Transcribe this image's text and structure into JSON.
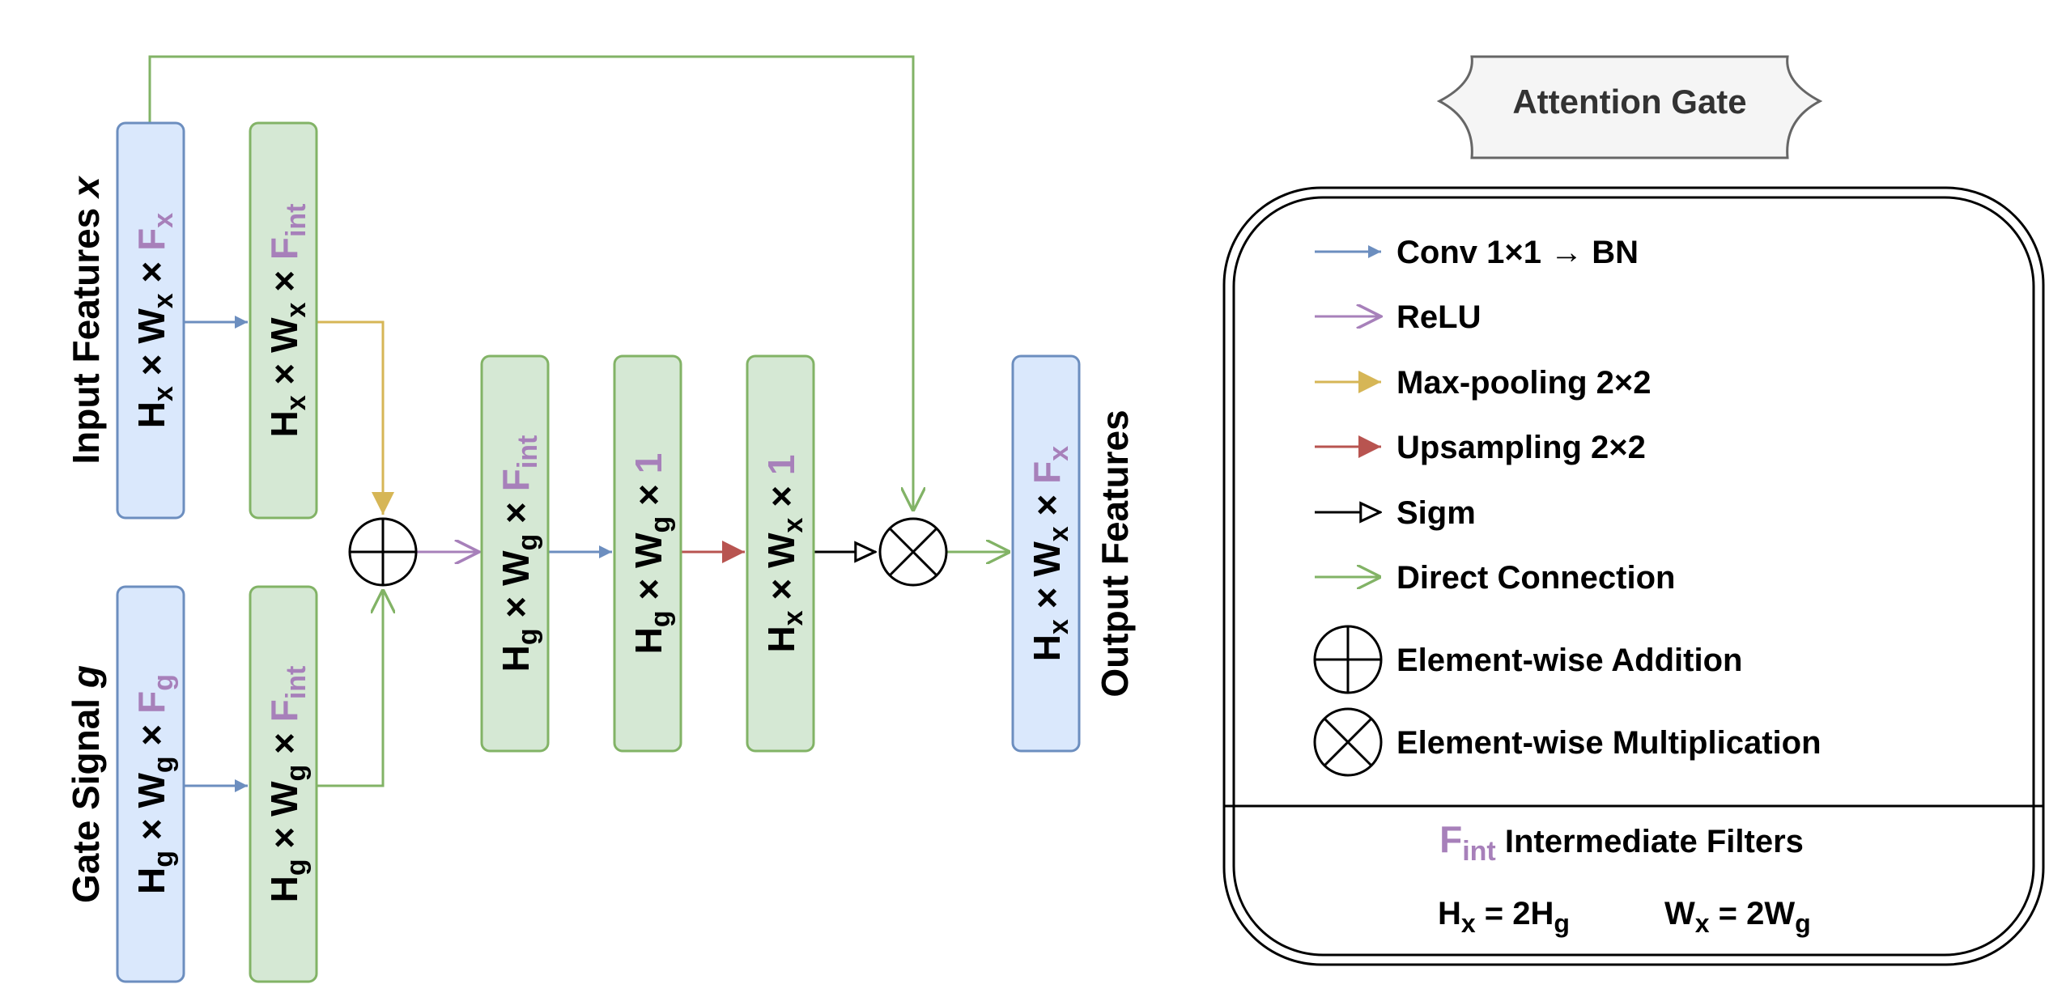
{
  "colors": {
    "blue_fill": "#dae8fc",
    "blue_stroke": "#6c8ebf",
    "green_fill": "#d5e8d4",
    "green_stroke": "#82b366",
    "purple": "#a780ba",
    "orange": "#d6b656",
    "red": "#b85450",
    "green_line": "#82b366",
    "black": "#000000"
  },
  "labels": {
    "input_features": "Input Features ",
    "input_features_var": "x",
    "gate_signal": "Gate Signal ",
    "gate_signal_var": "g",
    "output_features": "Output Features"
  },
  "symbols": {
    "H": "H",
    "W": "W",
    "F": "F",
    "times": " × ",
    "sub_x": "x",
    "sub_g": "g",
    "sub_int": "int",
    "one": "1"
  },
  "legend": {
    "title": "Attention Gate",
    "items": [
      {
        "label": "Conv 1×1 → BN",
        "icon": "blue-arrow-icon"
      },
      {
        "label": "ReLU",
        "icon": "purple-open-arrow-icon"
      },
      {
        "label": "Max-pooling 2×2",
        "icon": "orange-arrow-icon"
      },
      {
        "label": "Upsampling 2×2",
        "icon": "red-arrow-icon"
      },
      {
        "label": "Sigm",
        "icon": "black-hollow-arrow-icon"
      },
      {
        "label": "Direct Connection",
        "icon": "green-open-arrow-icon"
      },
      {
        "label": "Element-wise Addition",
        "icon": "circle-plus-icon"
      },
      {
        "label": "Element-wise Multiplication",
        "icon": "circle-times-icon"
      }
    ],
    "fint_label": "F",
    "fint_sub": "int",
    "fint_desc": " Intermediate Filters",
    "eq1_lhs": "H",
    "eq1_lhs_sub": "x",
    "eq1_mid": " = 2H",
    "eq1_rhs_sub": "g",
    "eq2_lhs": "W",
    "eq2_lhs_sub": "x",
    "eq2_mid": " = 2W",
    "eq2_rhs_sub": "g"
  }
}
